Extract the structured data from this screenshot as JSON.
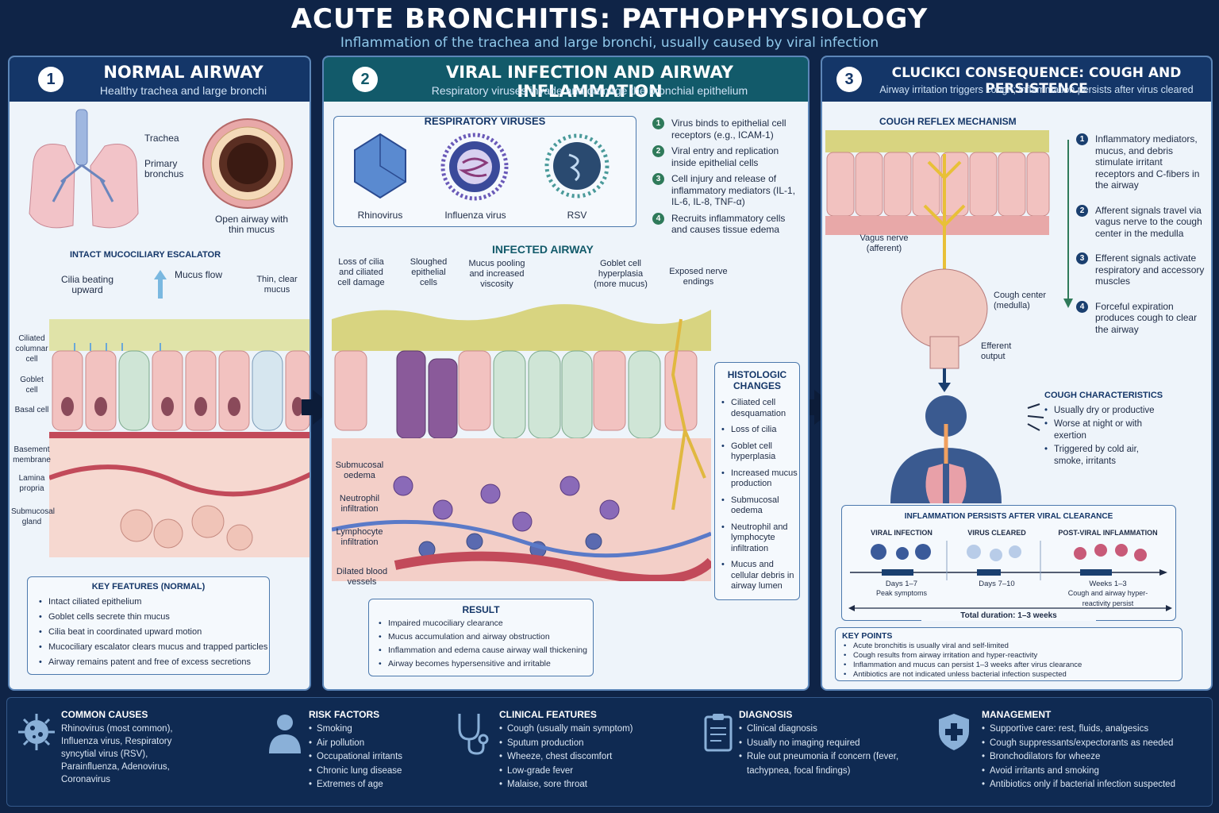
{
  "title": "ACUTE BRONCHITIS: PATHOPHYSIOLOGY",
  "subtitle": "Inflammation of the trachea and large bronchi, usually caused by viral infection",
  "colors": {
    "navy": "#143668",
    "teal": "#125a6a",
    "background": "#0f2447",
    "panel": "#eef4fa",
    "accent": "#8fc8ea"
  },
  "panel1": {
    "number": "1",
    "title": "NORMAL AIRWAY",
    "subtitle": "Healthy trachea and large bronchi",
    "labels": {
      "trachea": "Trachea",
      "primary_bronchus": "Primary bronchus",
      "open_airway": "Open airway with thin mucus",
      "escalator": "INTACT MUCOCILIARY ESCALATOR",
      "cilia": "Cilia beating upward",
      "mucus_flow": "Mucus flow",
      "thin_mucus": "Thin, clear mucus",
      "ciliated": "Ciliated columnar cell",
      "goblet": "Goblet cell",
      "basal": "Basal cell",
      "basement": "Basement membrane",
      "lamina": "Lamina propria",
      "submucosal": "Submucosal gland"
    },
    "key_features_title": "KEY FEATURES (NORMAL)",
    "key_features": [
      "Intact ciliated epithelium",
      "Goblet cells secrete thin mucus",
      "Cilia beat in coordinated upward motion",
      "Mucociliary escalator clears mucus and trapped particles",
      "Airway remains patent and free of excess secretions"
    ]
  },
  "panel2": {
    "number": "2",
    "title": "VIRAL INFECTION AND AIRWAY INFLAMMATION",
    "subtitle": "Respiratory viruses invade and damage the bronchial epithelium",
    "viruses_title": "RESPIRATORY VIRUSES",
    "viruses": [
      "Rhinovirus",
      "Influenza virus",
      "RSV"
    ],
    "steps": [
      "Virus binds to epithelial cell receptors (e.g., ICAM-1)",
      "Viral entry and replication inside epithelial cells",
      "Cell injury and release of inflammatory mediators (IL-1, IL-6, IL-8, TNF-α)",
      "Recruits inflammatory cells and causes tissue edema"
    ],
    "infected_title": "INFECTED AIRWAY",
    "labels": {
      "loss_cilia": "Loss of cilia and ciliated cell damage",
      "sloughed": "Sloughed epithelial cells",
      "mucus_pooling": "Mucus pooling and increased viscosity",
      "goblet_hyper": "Goblet cell hyperplasia (more mucus)",
      "nerve": "Exposed nerve endings",
      "oedema": "Submucosal oedema",
      "neutrophil": "Neutrophil infiltration",
      "lymphocyte": "Lymphocyte infiltration",
      "vessels": "Dilated blood vessels"
    },
    "histo_title": "HISTOLOGIC CHANGES",
    "histo": [
      "Ciliated cell desquamation",
      "Loss of cilia",
      "Goblet cell hyperplasia",
      "Increased mucus production",
      "Submucosal oedema",
      "Neutrophil and lymphocyte infiltration",
      "Mucus and cellular debris in airway lumen"
    ],
    "result_title": "RESULT",
    "result": [
      "Impaired mucociliary clearance",
      "Mucus accumulation and airway obstruction",
      "Inflammation and edema cause airway wall thickening",
      "Airway becomes hypersensitive and irritable"
    ]
  },
  "panel3": {
    "number": "3",
    "title": "CLUCIKCI CONSEQUENCE: COUGH AND PERSISTENCE",
    "subtitle": "Airway irritation triggers cough; inflammation persists after virus cleared",
    "reflex_title": "COUGH REFLEX MECHANISM",
    "labels": {
      "vagus": "Vagus nerve (afferent)",
      "center": "Cough center (medulla)",
      "efferent": "Efferent output"
    },
    "reflex_steps": [
      "Inflammatory mediators, mucus, and debris stimulate irritant receptors and C-fibers in the airway",
      "Afferent signals travel via vagus nerve to the cough center in the medulla",
      "Efferent signals activate respiratory and accessory muscles",
      "Forceful expiration produces cough to clear the airway"
    ],
    "characteristics_title": "COUGH CHARACTERISTICS",
    "characteristics": [
      "Usually dry or productive",
      "Worse at night or with exertion",
      "Triggered by cold air, smoke, irritants"
    ],
    "timeline": {
      "title": "INFLAMMATION PERSISTS AFTER VIRAL CLEARANCE",
      "phases": [
        {
          "name": "VIRAL INFECTION",
          "time": "Days 1–7",
          "note": "Peak symptoms"
        },
        {
          "name": "VIRUS CLEARED",
          "time": "Days 7–10",
          "note": ""
        },
        {
          "name": "POST-VIRAL INFLAMMATION",
          "time": "Weeks 1–3",
          "note": "Cough and airway hyper-reactivity persist"
        }
      ],
      "total": "Total duration: 1–3 weeks"
    },
    "key_points_title": "KEY POINTS",
    "key_points": [
      "Acute bronchitis is usually viral and self-limited",
      "Cough results from airway irritation and hyper-reactivity",
      "Inflammation and mucus can persist 1–3 weeks after virus clearance",
      "Antibiotics are not indicated unless bacterial infection suspected"
    ]
  },
  "footer": {
    "causes": {
      "title": "COMMON CAUSES",
      "text": "Rhinovirus (most common), Influenza virus, Respiratory syncytial virus (RSV), Parainfluenza, Adenovirus, Coronavirus",
      "icon": "virus-icon"
    },
    "risk": {
      "title": "RISK FACTORS",
      "items": [
        "Smoking",
        "Air pollution",
        "Occupational irritants",
        "Chronic lung disease",
        "Extremes of age"
      ],
      "icon": "person-icon"
    },
    "clinical": {
      "title": "CLINICAL FEATURES",
      "items": [
        "Cough (usually main symptom)",
        "Sputum production",
        "Wheeze, chest discomfort",
        "Low-grade fever",
        "Malaise, sore throat"
      ],
      "icon": "stethoscope-icon"
    },
    "diagnosis": {
      "title": "DIAGNOSIS",
      "items": [
        "Clinical diagnosis",
        "Usually no imaging required",
        "Rule out pneumonia if concern (fever, tachypnea, focal findings)"
      ],
      "icon": "clipboard-icon"
    },
    "management": {
      "title": "MANAGEMENT",
      "items": [
        "Supportive care: rest, fluids, analgesics",
        "Cough suppressants/expectorants as needed",
        "Bronchodilators for wheeze",
        "Avoid irritants and smoking",
        "Antibiotics only if bacterial infection suspected"
      ],
      "icon": "shield-icon"
    }
  }
}
